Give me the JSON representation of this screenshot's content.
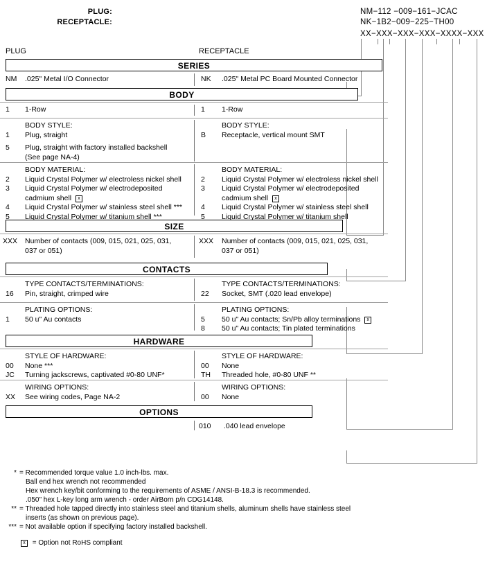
{
  "header": {
    "plug_label": "PLUG:",
    "plug_value": "NM−112 −009−161−JCAC",
    "receptacle_label": "RECEPTACLE:",
    "receptacle_value": "NK−1B2−009−225−TH00",
    "mask_value": "XX−XXX−XXX−XXX−XXXX−XXX"
  },
  "columns": {
    "left": "PLUG",
    "right": "RECEPTACLE"
  },
  "sections": [
    {
      "title": "SERIES",
      "groups": [
        {
          "left": [
            {
              "code": "NM",
              "text": ".025\" Metal I/O Connector"
            }
          ],
          "right": [
            {
              "code": "NK",
              "text": ".025\" Metal PC Board Mounted Connector"
            }
          ]
        }
      ]
    },
    {
      "title": "BODY",
      "groups": [
        {
          "left": [
            {
              "code": "1",
              "text": "1-Row"
            }
          ],
          "right": [
            {
              "code": "1",
              "text": "1-Row"
            }
          ]
        },
        {
          "left_heading": "BODY STYLE:",
          "right_heading": "BODY STYLE:",
          "left": [
            {
              "code": "1",
              "text": "Plug, straight"
            },
            {
              "code": "5",
              "text": "Plug, straight with factory installed backshell",
              "cont": "(See page NA-4)"
            }
          ],
          "right": [
            {
              "code": "B",
              "text": "Receptacle, vertical mount SMT"
            }
          ]
        },
        {
          "left_heading": "BODY MATERIAL:",
          "right_heading": "BODY MATERIAL:",
          "left": [
            {
              "code": "2",
              "text": "Liquid Crystal Polymer w/ electroless nickel shell"
            },
            {
              "code": "3",
              "text": "Liquid Crystal Polymer w/ electrodeposited",
              "cont": "cadmium shell",
              "cont_rohs": true
            },
            {
              "code": "4",
              "text": "Liquid Crystal Polymer w/ stainless steel shell ***"
            },
            {
              "code": "5",
              "text": "Liquid Crystal Polymer w/ titanium shell ***"
            }
          ],
          "right": [
            {
              "code": "2",
              "text": "Liquid Crystal Polymer w/ electroless nickel shell"
            },
            {
              "code": "3",
              "text": "Liquid Crystal Polymer w/ electrodeposited",
              "cont": "cadmium shell",
              "cont_rohs": true
            },
            {
              "code": "4",
              "text": " Liquid Crystal Polymer w/ stainless steel shell"
            },
            {
              "code": "5",
              "text": " Liquid Crystal Polymer w/ titanium shell"
            }
          ]
        }
      ]
    },
    {
      "title": "SIZE",
      "groups": [
        {
          "left": [
            {
              "code": "XXX",
              "text": "Number of contacts (009, 015, 021, 025, 031,",
              "cont": "037 or 051)"
            }
          ],
          "right": [
            {
              "code": "XXX",
              "text": "Number of contacts (009, 015, 021, 025, 031,",
              "cont": "037 or 051)"
            }
          ]
        }
      ]
    },
    {
      "title": "CONTACTS",
      "groups": [
        {
          "left_heading": "TYPE CONTACTS/TERMINATIONS:",
          "right_heading": "TYPE CONTACTS/TERMINATIONS:",
          "left": [
            {
              "code": "16",
              "text": "Pin, straight, crimped wire"
            }
          ],
          "right": [
            {
              "code": "22",
              "text": "Socket, SMT (.020 lead envelope)"
            }
          ]
        },
        {
          "left_heading": "PLATING OPTIONS:",
          "right_heading": "PLATING OPTIONS:",
          "left": [
            {
              "code": "1",
              "text": "50 u\" Au contacts"
            }
          ],
          "right": [
            {
              "code": "5",
              "text": "50 u\" Au contacts; Sn/Pb alloy terminations",
              "rohs": true
            },
            {
              "code": "8",
              "text": " 50 u\" Au contacts; Tin plated terminations"
            }
          ]
        }
      ]
    },
    {
      "title": "HARDWARE",
      "groups": [
        {
          "left_heading": "STYLE OF HARDWARE:",
          "right_heading": "STYLE OF HARDWARE:",
          "left": [
            {
              "code": "00",
              "text": "None  ***"
            },
            {
              "code": "JC",
              "text": "Turning jackscrews, captivated #0-80 UNF*"
            }
          ],
          "right": [
            {
              "code": "00",
              "text": "None"
            },
            {
              "code": "TH",
              "text": "Threaded hole, #0-80 UNF  **"
            }
          ]
        },
        {
          "left_heading": "WIRING OPTIONS:",
          "right_heading": "WIRING OPTIONS:",
          "left": [
            {
              "code": "XX",
              "text": "See wiring codes, Page NA-2"
            }
          ],
          "right": [
            {
              "code": "00",
              "text": "None"
            }
          ]
        }
      ]
    },
    {
      "title": "OPTIONS",
      "groups": [
        {
          "left": [],
          "right": [
            {
              "code": "010",
              "text": ".040 lead envelope"
            }
          ]
        }
      ]
    }
  ],
  "notes": [
    {
      "mark": "*",
      "lines": [
        "= Recommended torque value 1.0 inch-lbs. max.",
        "Ball end hex wrench not recommended",
        "Hex wrench key/bit conforming to the requirements of ASME / ANSI-B-18.3 is recommended.",
        ".050\" hex L-key long arm wrench - order AirBorn p/n CDG14148."
      ]
    },
    {
      "mark": "**",
      "lines": [
        "= Threaded hole tapped directly into stainless steel and titanium shells, aluminum shells have stainless steel",
        "inserts (as shown on previous page)."
      ]
    },
    {
      "mark": "***",
      "lines": [
        "= Not available option if specifying factory installed backshell."
      ]
    }
  ],
  "rohs_note": "= Option not RoHS compliant"
}
